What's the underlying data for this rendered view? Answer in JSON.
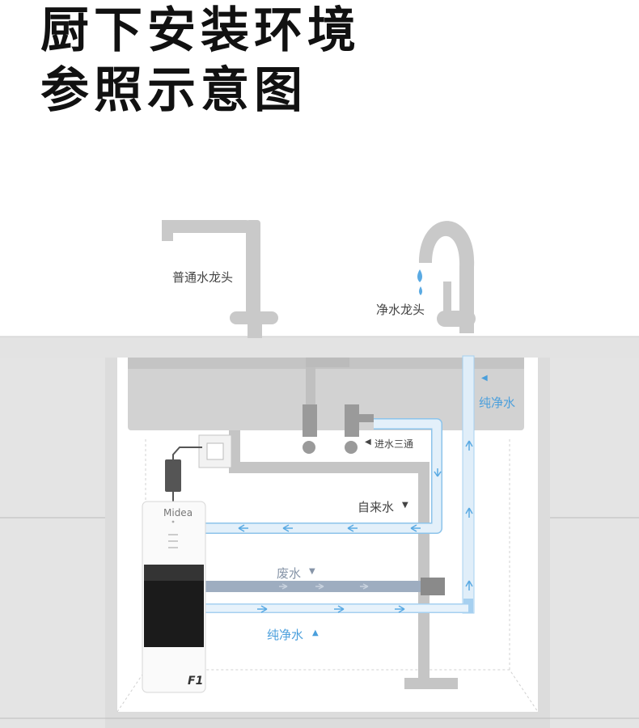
{
  "title": {
    "line1": "厨下安装环境",
    "line2": "参照示意图"
  },
  "labels": {
    "normal_faucet": "普通水龙头",
    "pure_faucet": "净水龙头",
    "pure_water_top": "纯净水",
    "inlet_tee": "进水三通",
    "tap_water": "自来水",
    "waste_water": "废水",
    "pure_water_bottom": "纯净水"
  },
  "purifier": {
    "brand": "Midea",
    "model": "F1"
  },
  "colors": {
    "pipe_blue": "#cfe6f7",
    "pipe_outline": "#8cc3ea",
    "pure_label": "#4a9fdc",
    "waste_pipe": "#9aa9bd",
    "cabinet_gray": "#d6d6d6"
  }
}
